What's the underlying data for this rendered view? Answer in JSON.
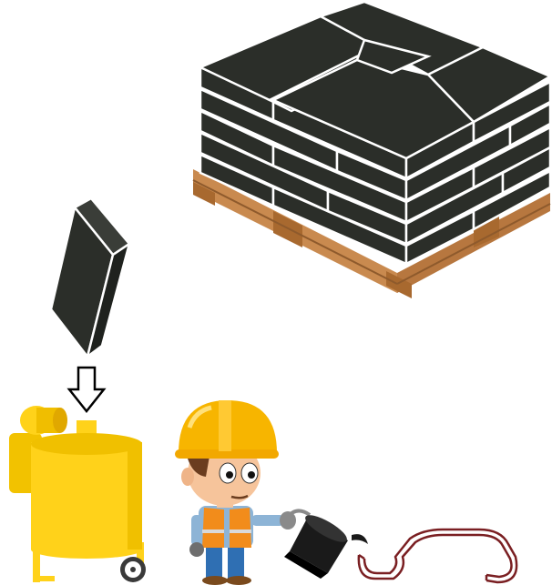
{
  "scene": {
    "objects": [
      "pallet-of-bags",
      "falling-bag",
      "down-arrow",
      "yellow-mixer",
      "construction-worker",
      "pouring-bucket",
      "gutter-profile"
    ]
  },
  "colors": {
    "bag": "#2b2e29",
    "bag_outline": "#ffffff",
    "pallet_wood": "#c98a4f",
    "pallet_shadow": "#8e5a2c",
    "mixer_yellow": "#ffd21a",
    "mixer_dark": "#e0a800",
    "helmet": "#f7b500",
    "vest": "#f28c1b",
    "shirt": "#8db4d6",
    "trousers": "#2f6fb3",
    "skin": "#f6c49b",
    "hair": "#6b3d1f",
    "bucket": "#1a1a1a",
    "glove": "#8a8a8a",
    "profile_outline": "#7a1f22"
  }
}
